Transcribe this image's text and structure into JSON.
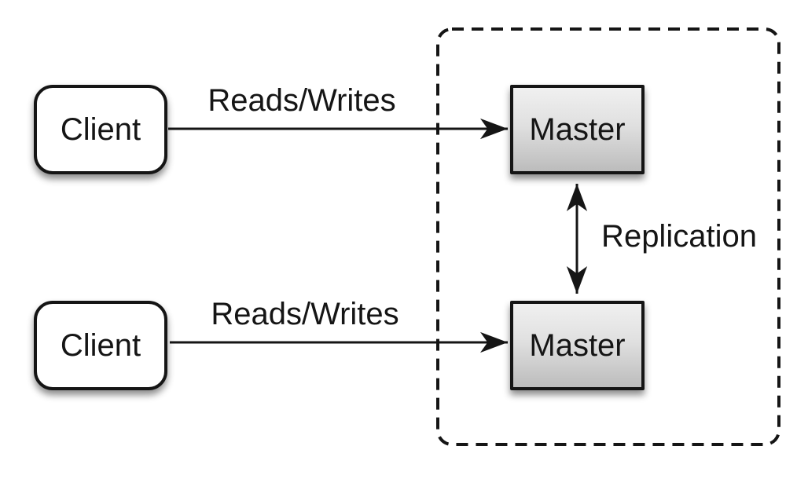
{
  "colors": {
    "background": "#ffffff",
    "ink": "#151515",
    "client_fill": "#ffffff",
    "master_gradient_top": "#f0f0f0",
    "master_gradient_bottom": "#bcbcbc"
  },
  "nodes": [
    {
      "id": "client-top",
      "label": "Client"
    },
    {
      "id": "client-bottom",
      "label": "Client"
    },
    {
      "id": "master-top",
      "label": "Master"
    },
    {
      "id": "master-bottom",
      "label": "Master"
    }
  ],
  "edges": [
    {
      "id": "reads-writes-top",
      "label": "Reads/Writes"
    },
    {
      "id": "reads-writes-bottom",
      "label": "Reads/Writes"
    },
    {
      "id": "replication",
      "label": "Replication"
    }
  ]
}
